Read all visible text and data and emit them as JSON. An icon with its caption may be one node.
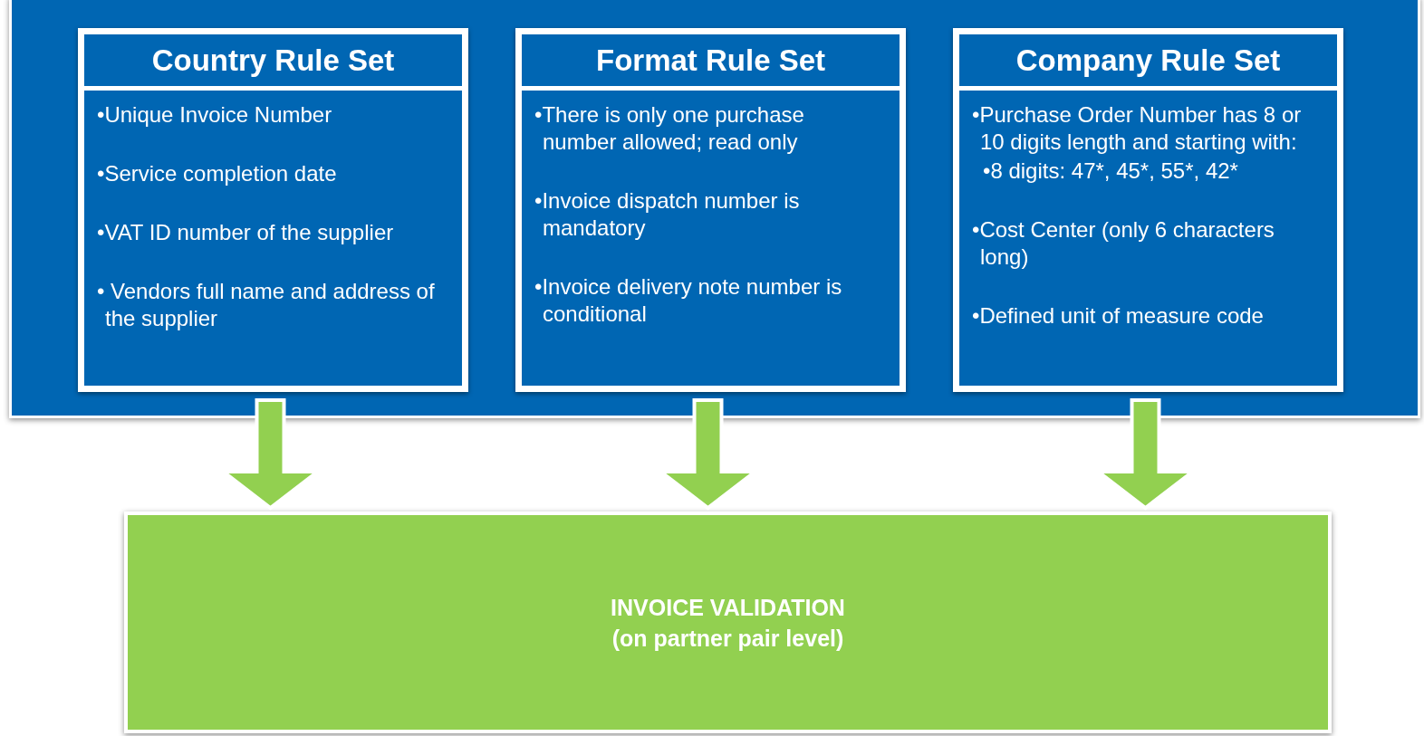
{
  "diagram": {
    "nodes": [
      {
        "text": [],
        "shape": "box"
      },
      {
        "text": [
          "Country Rule Set",
          "•Unique Invoice Number",
          "•Service completion date",
          "•VAT ID number of the supplier",
          "• Vendors full name and address of the supplier"
        ],
        "in": 0
      },
      {
        "text": [
          "Format Rule Set",
          "•There is only one purchase number allowed; read only",
          "•Invoice dispatch number is mandatory",
          "•Invoice delivery note number is conditional"
        ],
        "in": 0
      },
      {
        "text": [
          "Company Rule Set",
          "•Purchase Order Number has 8 or 10 digits length and starting with:",
          "•8 digits: 47*, 45*, 55*, 42*",
          "•Cost Center (only 6 characters long)",
          "•Defined unit of measure code"
        ],
        "in": 0
      },
      {
        "text": [
          "INVOICE VALIDATION (on partner pair level)"
        ]
      }
    ],
    "edges": [
      {
        "from": 1,
        "to": 4,
        "arrow": "to"
      },
      {
        "from": 2,
        "to": 4,
        "arrow": "to"
      },
      {
        "from": 3,
        "to": 4,
        "arrow": "to"
      }
    ]
  }
}
